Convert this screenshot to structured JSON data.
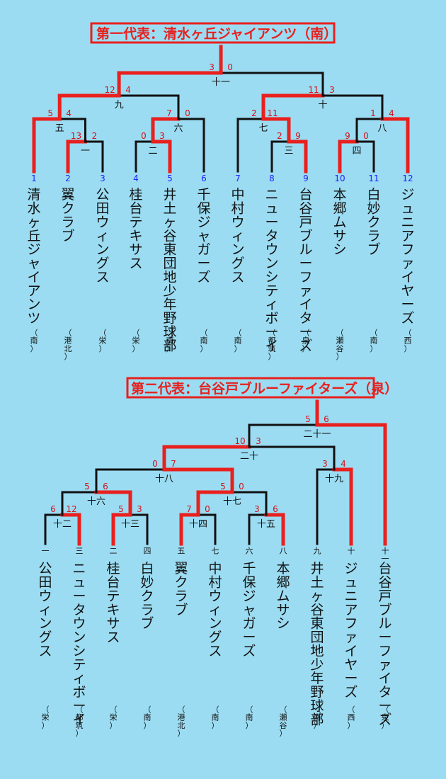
{
  "bracket1": {
    "title": "第一代表：清水ヶ丘ジャイアンツ（南）",
    "teams": [
      {
        "num": "1",
        "name": "清水ヶ丘ジャイアンツ",
        "area": "（南）",
        "num_color": "#2020ff"
      },
      {
        "num": "2",
        "name": "翼クラブ",
        "area": "（港北）",
        "num_color": "#2020ff"
      },
      {
        "num": "3",
        "name": "公田ウィングス",
        "area": "（栄）",
        "num_color": "#2020ff"
      },
      {
        "num": "4",
        "name": "桂台テキサス",
        "area": "（栄）",
        "num_color": "#2020ff"
      },
      {
        "num": "5",
        "name": "井土ヶ谷東団地少年野球部",
        "area": "（南）",
        "num_color": "#2020ff"
      },
      {
        "num": "6",
        "name": "千保ジャガーズ",
        "area": "（南）",
        "num_color": "#2020ff"
      },
      {
        "num": "7",
        "name": "中村ウィングス",
        "area": "（南）",
        "num_color": "#2020ff"
      },
      {
        "num": "8",
        "name": "ニュータウンシティボーイ",
        "area": "（都筑）",
        "num_color": "#2020ff"
      },
      {
        "num": "9",
        "name": "台谷戸ブルーファイターズ",
        "area": "（泉）",
        "num_color": "#2020ff"
      },
      {
        "num": "10",
        "name": "本郷ムサシ",
        "area": "（瀬谷）",
        "num_color": "#2020ff"
      },
      {
        "num": "11",
        "name": "白妙クラブ",
        "area": "（南）",
        "num_color": "#2020ff"
      },
      {
        "num": "12",
        "name": "ジュニアファイヤーズ",
        "area": "（西）",
        "num_color": "#2020ff"
      }
    ],
    "games": [
      {
        "label": "一",
        "left_score": "13",
        "right_score": "2"
      },
      {
        "label": "二",
        "left_score": "0",
        "right_score": "3"
      },
      {
        "label": "三",
        "left_score": "2",
        "right_score": "9"
      },
      {
        "label": "四",
        "left_score": "9",
        "right_score": "0"
      },
      {
        "label": "五",
        "left_score": "5",
        "right_score": "4"
      },
      {
        "label": "六",
        "left_score": "7",
        "right_score": "0"
      },
      {
        "label": "七",
        "left_score": "2",
        "right_score": "11"
      },
      {
        "label": "八",
        "left_score": "1",
        "right_score": "4"
      },
      {
        "label": "九",
        "left_score": "12",
        "right_score": "4"
      },
      {
        "label": "十",
        "left_score": "11",
        "right_score": "3"
      },
      {
        "label": "十一",
        "left_score": "3",
        "right_score": "0"
      }
    ]
  },
  "bracket2": {
    "title": "第二代表：台谷戸ブルーファイターズ（泉）",
    "teams": [
      {
        "num": "一",
        "name": "公田ウィングス",
        "area": "（栄）"
      },
      {
        "num": "三",
        "name": "ニュータウンシティボーイ",
        "area": "（都筑）"
      },
      {
        "num": "二",
        "name": "桂台テキサス",
        "area": "（栄）"
      },
      {
        "num": "四",
        "name": "白妙クラブ",
        "area": "（南）"
      },
      {
        "num": "五",
        "name": "翼クラブ",
        "area": "（港北）"
      },
      {
        "num": "七",
        "name": "中村ウィングス",
        "area": "（南）"
      },
      {
        "num": "六",
        "name": "千保ジャガーズ",
        "area": "（南）"
      },
      {
        "num": "八",
        "name": "本郷ムサシ",
        "area": "（瀬谷）"
      },
      {
        "num": "九",
        "name": "井土ヶ谷東団地少年野球部",
        "area": "（南）"
      },
      {
        "num": "十",
        "name": "ジュニアファイヤーズ",
        "area": "（西）"
      },
      {
        "num": "十一",
        "name": "台谷戸ブルーファイターズ",
        "area": "（泉）"
      }
    ],
    "games": [
      {
        "label": "十二",
        "left_score": "6",
        "right_score": "12"
      },
      {
        "label": "十三",
        "left_score": "5",
        "right_score": "3"
      },
      {
        "label": "十四",
        "left_score": "7",
        "right_score": "0"
      },
      {
        "label": "十五",
        "left_score": "3",
        "right_score": "6"
      },
      {
        "label": "十六",
        "left_score": "5",
        "right_score": "6"
      },
      {
        "label": "十七",
        "left_score": "5",
        "right_score": "0"
      },
      {
        "label": "十八",
        "left_score": "0",
        "right_score": "7"
      },
      {
        "label": "十九",
        "left_score": "3",
        "right_score": "4"
      },
      {
        "label": "二十",
        "left_score": "10",
        "right_score": "3"
      },
      {
        "label": "二十一",
        "left_score": "5",
        "right_score": "6"
      }
    ]
  },
  "colors": {
    "background": "#9bdcf2",
    "winner_line": "#e8201e",
    "loser_line": "#111111",
    "score": "#d4101a",
    "team_number": "#2020ff",
    "text": "#111111",
    "banner_border": "#e8201e",
    "banner_text": "#e8201e"
  }
}
